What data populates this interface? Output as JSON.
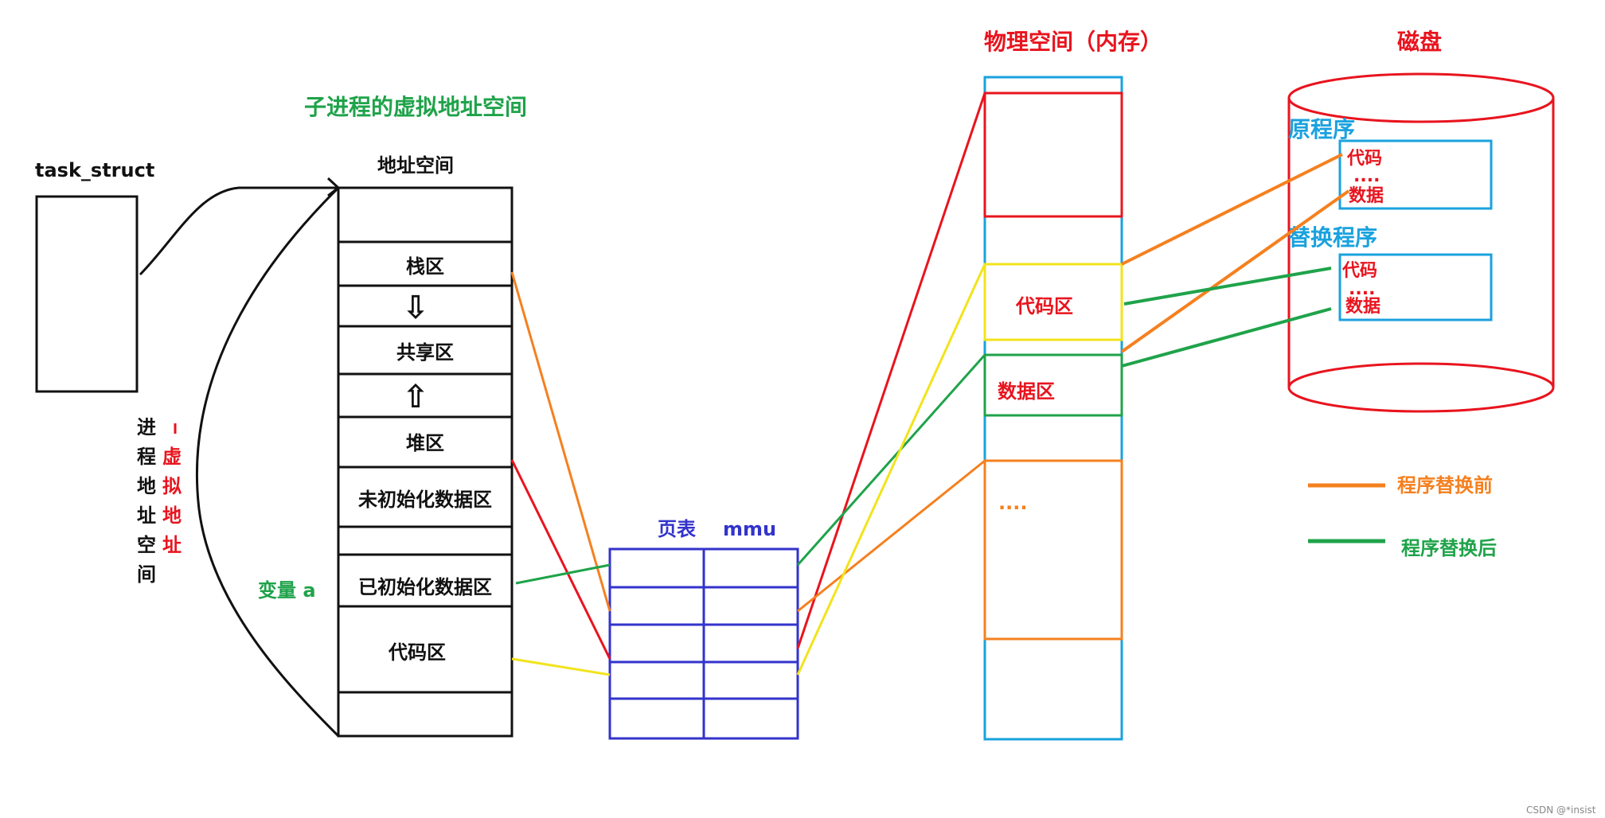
{
  "task_struct": {
    "label": "task_struct"
  },
  "virtual": {
    "title": "子进程的虚拟地址空间",
    "header": "地址空间",
    "segments": [
      "",
      "栈区",
      "",
      "共享区",
      "",
      "堆区",
      "未初始化数据区",
      "",
      "已初始化数据区",
      "代码区",
      ""
    ],
    "arrow_down": "⇩",
    "arrow_up": "⇧",
    "variable_label": "变量 a"
  },
  "side_label": {
    "col1": [
      "进",
      "程",
      "地",
      "址",
      "空",
      "间"
    ],
    "col2": [
      "虚",
      "拟",
      "地",
      "址"
    ]
  },
  "page_table": {
    "col1_label": "页表",
    "col2_label": "mmu",
    "rows": 5
  },
  "physical": {
    "title": "物理空间（内存）",
    "code_label": "代码区",
    "data_label": "数据区",
    "ellipsis": "...."
  },
  "disk": {
    "title": "磁盘",
    "original": {
      "title": "原程序",
      "code": "代码",
      "dots": "....",
      "data": "数据"
    },
    "replace": {
      "title": "替换程序",
      "code": "代码",
      "dots": "....",
      "data": "数据"
    }
  },
  "legend": [
    {
      "label": "程序替换前",
      "color": "#f5801f"
    },
    {
      "label": "程序替换后",
      "color": "#1fa34a"
    }
  ],
  "colors": {
    "black": "#111111",
    "red": "#e8141e",
    "orange": "#f5801f",
    "green": "#1fa34a",
    "yellow": "#f2e31c",
    "blue": "#3333cc",
    "cyan": "#1aa2de"
  },
  "watermark": "CSDN @*insist"
}
